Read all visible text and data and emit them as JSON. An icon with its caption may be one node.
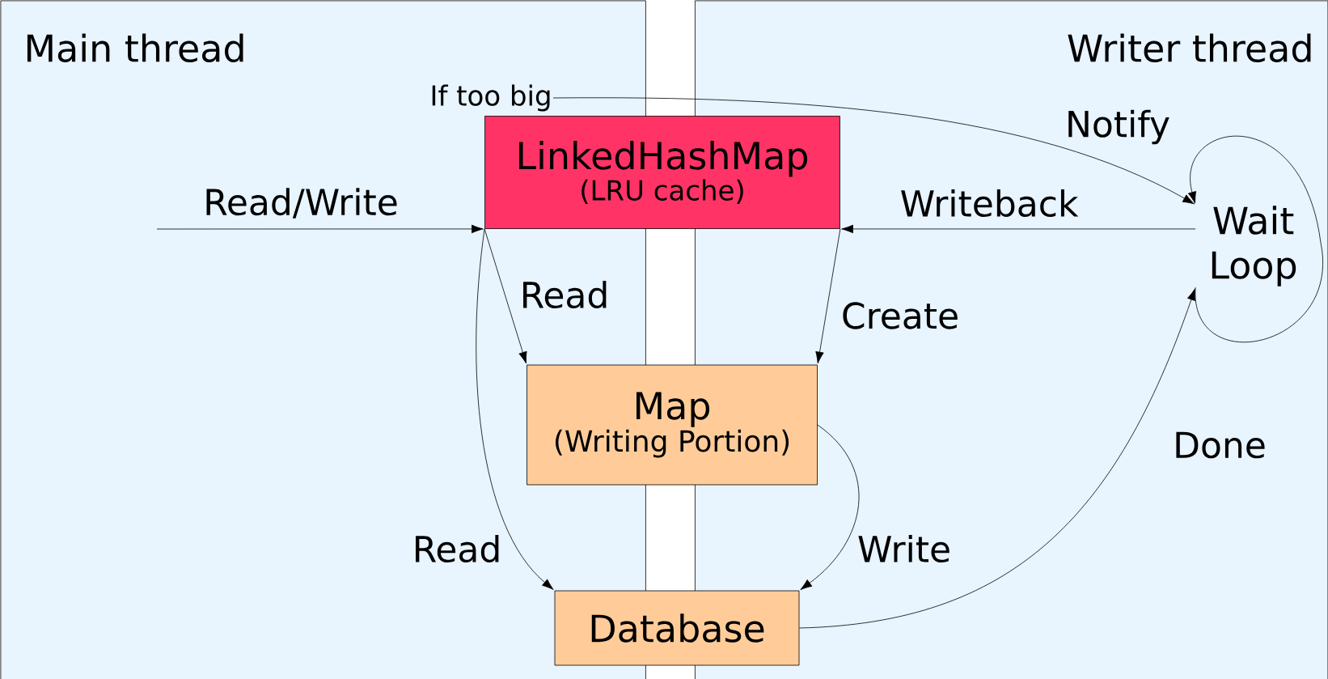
{
  "diagram": {
    "nodes": [
      {
        "text": [
          "Main thread"
        ]
      },
      {
        "text": [
          "Writer thread"
        ]
      },
      {
        "text": [
          "LinkedHashMap",
          "(LRU cache)"
        ]
      },
      {
        "text": [
          "Map",
          "(Writing Portion)"
        ]
      },
      {
        "text": [
          "Database"
        ]
      },
      {
        "text": [
          "Wait Loop"
        ],
        "in": 1
      },
      {
        "text": [
          "If too big"
        ],
        "in": 0
      }
    ],
    "edges": [
      {
        "from": null,
        "to": 2,
        "arrow": "to",
        "label": "Read/Write"
      },
      {
        "from": 6,
        "to": 5,
        "arrow": "to",
        "label": "Notify"
      },
      {
        "from": 5,
        "to": 2,
        "arrow": "to",
        "label": "Writeback"
      },
      {
        "from": 2,
        "to": 3,
        "arrow": "to",
        "label": "Read"
      },
      {
        "from": 2,
        "to": 4,
        "arrow": "to",
        "label": "Read"
      },
      {
        "from": 2,
        "to": 3,
        "arrow": "to",
        "label": "Create"
      },
      {
        "from": 3,
        "to": 4,
        "arrow": "to",
        "label": "Write"
      },
      {
        "from": 4,
        "to": 5,
        "arrow": "to",
        "label": "Done"
      },
      {
        "from": 5,
        "to": 5,
        "arrow": "to"
      }
    ]
  }
}
